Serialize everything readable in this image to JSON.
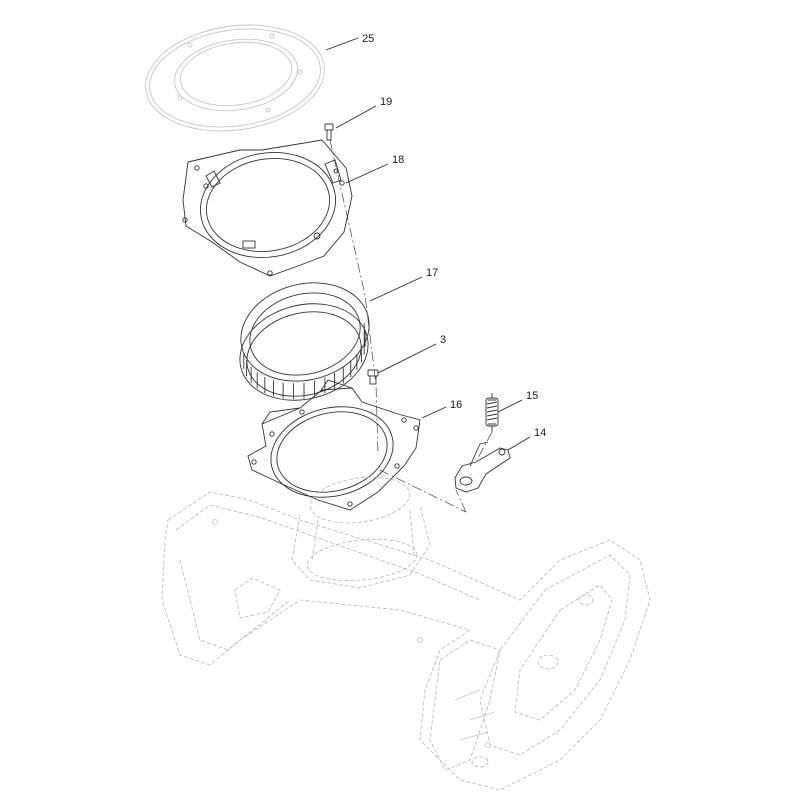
{
  "callouts": [
    {
      "id": "25",
      "label": "25"
    },
    {
      "id": "19",
      "label": "19"
    },
    {
      "id": "18",
      "label": "18"
    },
    {
      "id": "17",
      "label": "17"
    },
    {
      "id": "3",
      "label": "3"
    },
    {
      "id": "16",
      "label": "16"
    },
    {
      "id": "15",
      "label": "15"
    },
    {
      "id": "14",
      "label": "14"
    }
  ]
}
